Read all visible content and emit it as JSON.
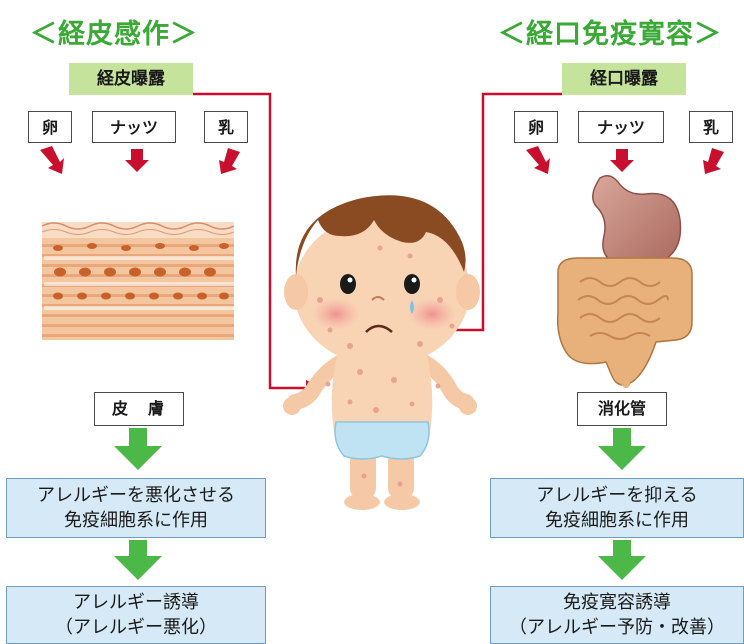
{
  "left": {
    "title": "＜経皮感作＞",
    "exposure": "経皮曝露",
    "foods": [
      "卵",
      "ナッツ",
      "乳"
    ],
    "organ": "皮　膚",
    "result1": [
      "アレルギーを悪化させる",
      "免疫細胞系に作用"
    ],
    "result2": [
      "アレルギー誘導",
      "（アレルギー悪化）"
    ]
  },
  "right": {
    "title": "＜経口免疫寛容＞",
    "exposure": "経口曝露",
    "foods": [
      "卵",
      "ナッツ",
      "乳"
    ],
    "organ": "消化管",
    "result1": [
      "アレルギーを抑える",
      "免疫細胞系に作用"
    ],
    "result2": [
      "免疫寛容誘導",
      "（アレルギー予防・改善）"
    ]
  },
  "colors": {
    "title_green": "#3aa935",
    "exposure_bg": "#c5e39a",
    "result_bg": "#d5eaf6",
    "arrow_red": "#c8102e",
    "arrow_green": "#4cb848"
  }
}
